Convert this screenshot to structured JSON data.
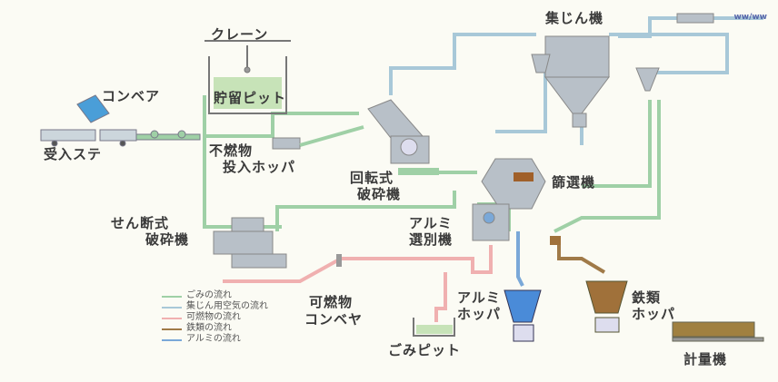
{
  "labels": {
    "crane": "クレーン",
    "storage_pit": "貯留ピット",
    "conveyor": "コンベア",
    "unloading": "受入ステ",
    "nfurnace_hopper_a": "不燃物",
    "nfurnace_hopper_b": "投入ホッパ",
    "rotary_a": "回転式",
    "rotary_b": "破砕機",
    "shear_a": "せん断式",
    "shear_b": "破砕機",
    "alum_sep_a": "アルミ",
    "alum_sep_b": "選別機",
    "combustible_a": "可燃物",
    "combustible_b": "コンベヤ",
    "alum_hopper_a": "アルミ",
    "alum_hopper_b": "ホッパ",
    "iron_hopper_a": "鉄類",
    "iron_hopper_b": "ホッパ",
    "garbage_pit": "ごみピット",
    "dust_collector": "集じん機",
    "sorter": "篩選機",
    "scale": "計量機",
    "emblem": "ww/ww"
  },
  "legend": [
    {
      "text": "ごみの流れ",
      "color": "#9fd0a6"
    },
    {
      "text": "集じん用空気の流れ",
      "color": "#a8c8d8"
    },
    {
      "text": "可燃物の流れ",
      "color": "#f0b0b0"
    },
    {
      "text": "鉄類の流れ",
      "color": "#a07a48"
    },
    {
      "text": "アルミの流れ",
      "color": "#7aa8d8"
    }
  ],
  "colors": {
    "waste_flow": "#9fd0a6",
    "air_flow": "#a8c8d8",
    "combustible": "#f0b0b0",
    "iron": "#a07a48",
    "alum": "#7aa8d8",
    "equipment": "#b8c0c8"
  }
}
